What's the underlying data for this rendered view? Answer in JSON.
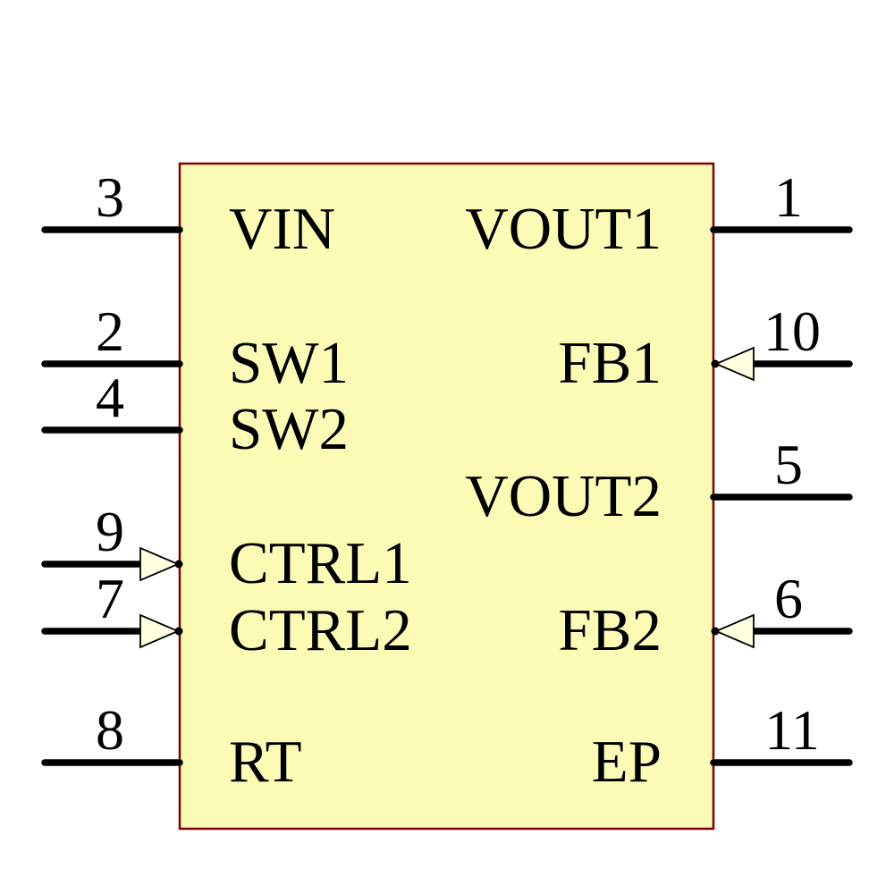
{
  "component": {
    "pins": {
      "left": [
        {
          "number": "3",
          "name": "VIN",
          "has_input_arrow": false
        },
        {
          "number": "2",
          "name": "SW1",
          "has_input_arrow": false
        },
        {
          "number": "4",
          "name": "SW2",
          "has_input_arrow": false
        },
        {
          "number": "9",
          "name": "CTRL1",
          "has_input_arrow": true
        },
        {
          "number": "7",
          "name": "CTRL2",
          "has_input_arrow": true
        },
        {
          "number": "8",
          "name": "RT",
          "has_input_arrow": false
        }
      ],
      "right": [
        {
          "number": "1",
          "name": "VOUT1",
          "has_input_arrow": false
        },
        {
          "number": "10",
          "name": "FB1",
          "has_input_arrow": true
        },
        {
          "number": "5",
          "name": "VOUT2",
          "has_input_arrow": false
        },
        {
          "number": "6",
          "name": "FB2",
          "has_input_arrow": true
        },
        {
          "number": "11",
          "name": "EP",
          "has_input_arrow": false
        }
      ]
    },
    "colors": {
      "body_fill": "#fbfbb6",
      "body_border": "#7f0000",
      "pin_line": "#000000",
      "arrow_fill": "#fffee0",
      "text": "#000000",
      "background": "#ffffff"
    }
  }
}
